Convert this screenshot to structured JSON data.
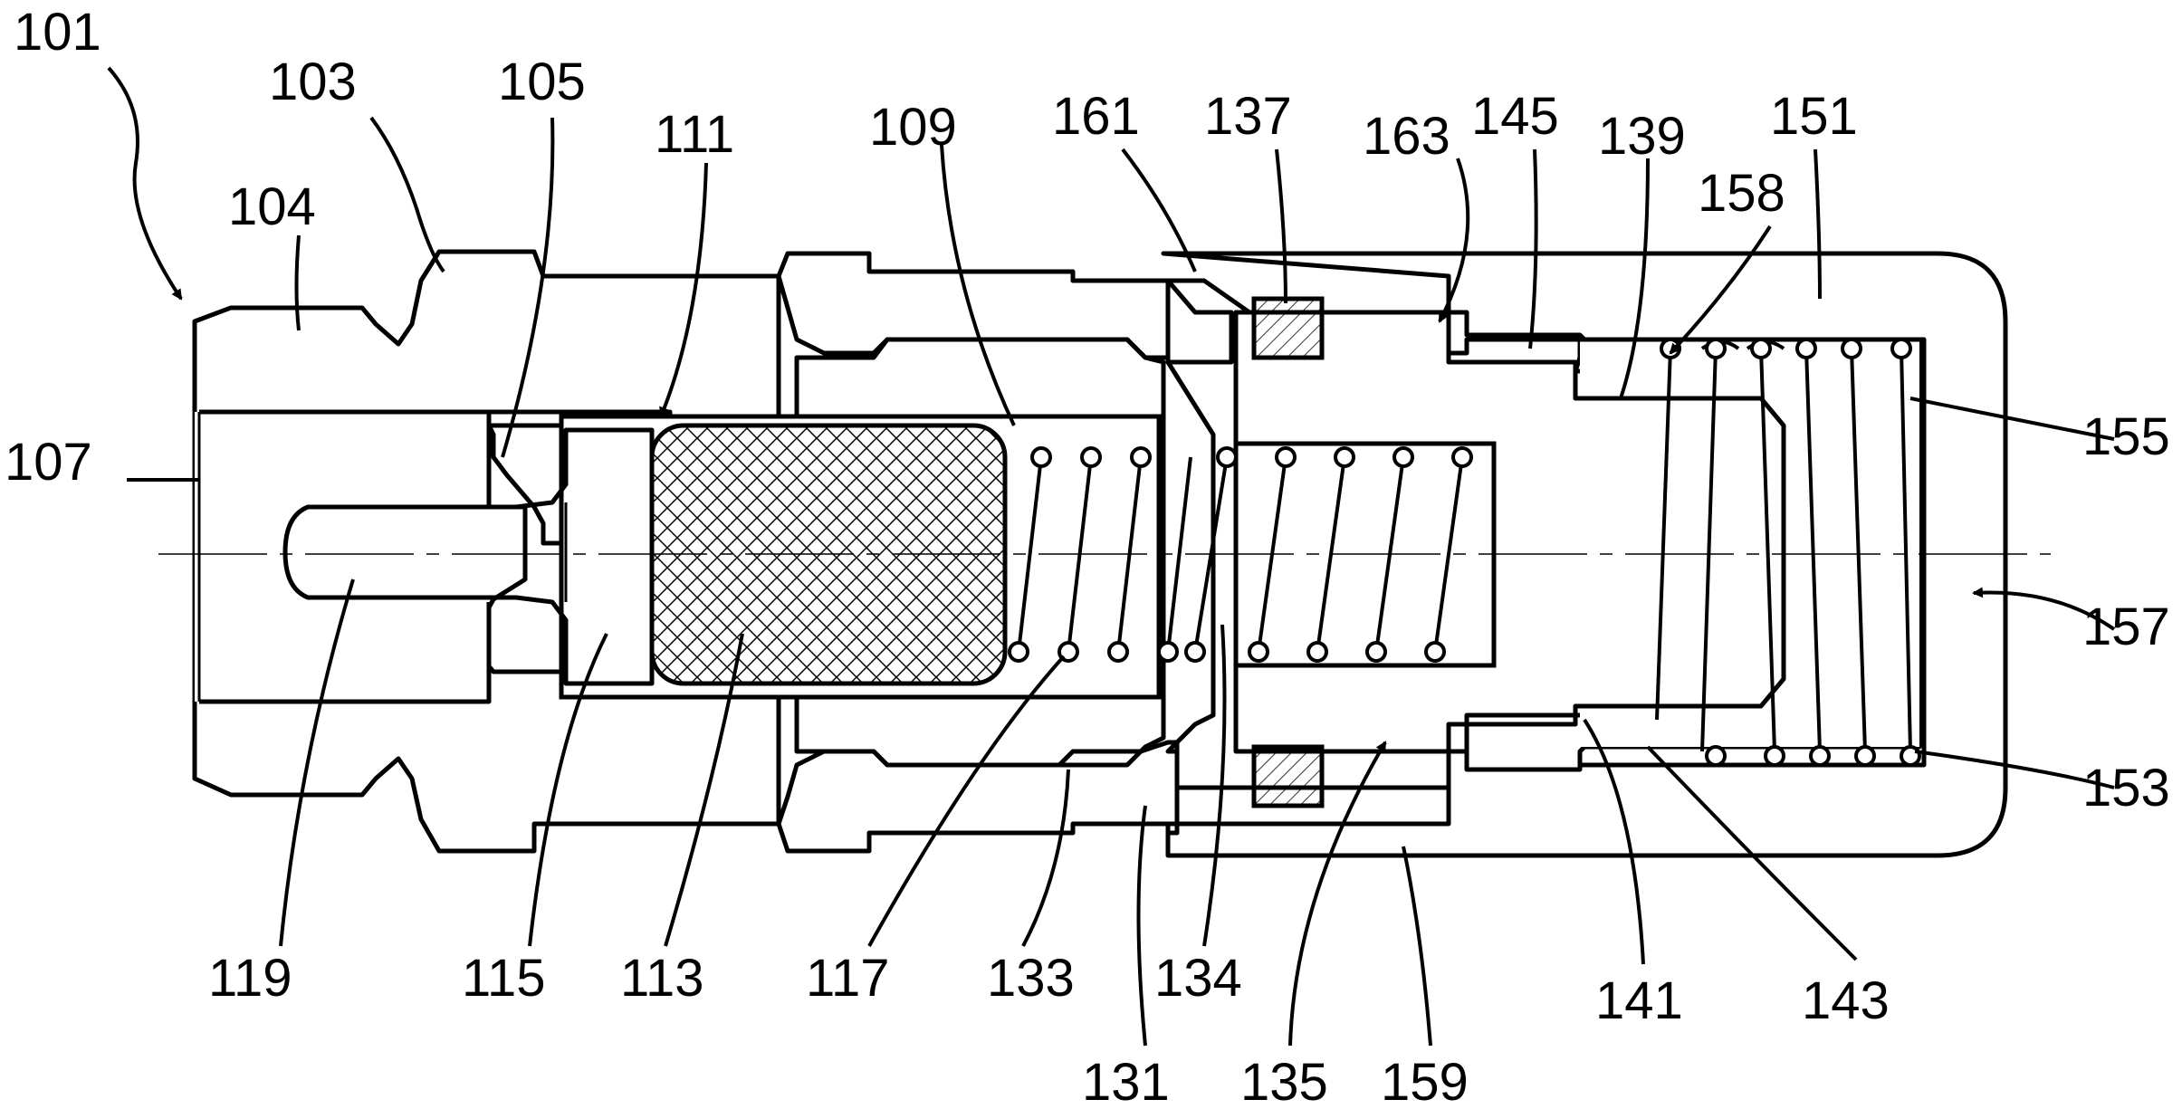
{
  "figure": {
    "labels": {
      "l101": "101",
      "l103": "103",
      "l104": "104",
      "l105": "105",
      "l107": "107",
      "l109": "109",
      "l111": "111",
      "l113": "113",
      "l115": "115",
      "l117": "117",
      "l119": "119",
      "l131": "131",
      "l133": "133",
      "l134": "134",
      "l135": "135",
      "l137": "137",
      "l139": "139",
      "l141": "141",
      "l143": "143",
      "l145": "145",
      "l151": "151",
      "l153": "153",
      "l155": "155",
      "l157": "157",
      "l158": "158",
      "l159": "159",
      "l161": "161",
      "l163": "163"
    }
  },
  "colors": {
    "line": "#000000",
    "background": "#ffffff",
    "hatch": "#000000"
  }
}
